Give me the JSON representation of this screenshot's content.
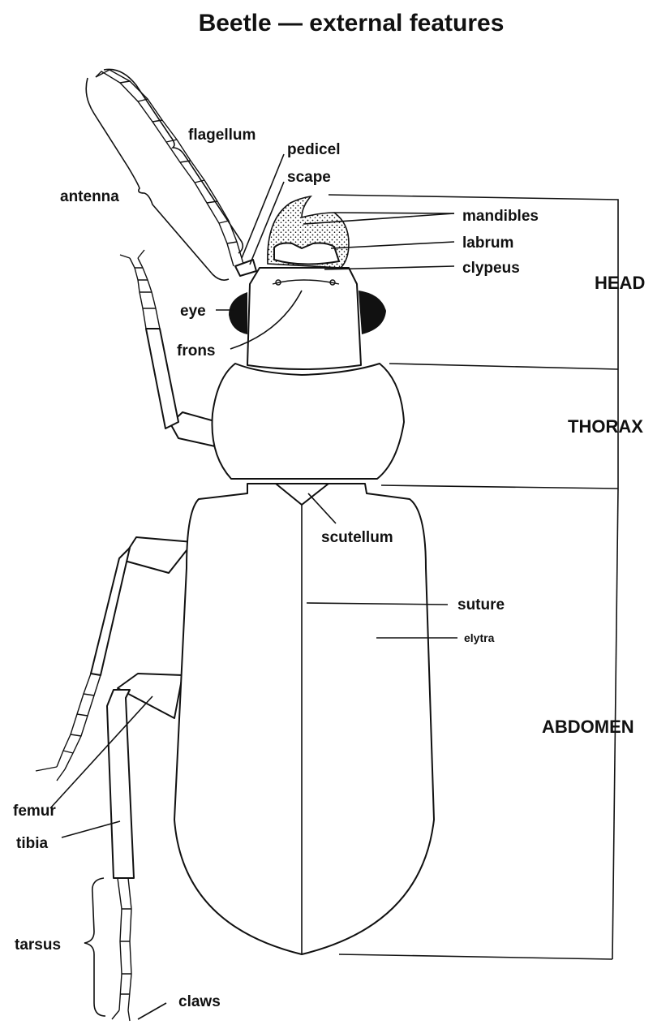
{
  "title": "Beetle — external features",
  "labels": {
    "flagellum": "flagellum",
    "pedicel": "pedicel",
    "scape": "scape",
    "antenna": "antenna",
    "mandibles": "mandibles",
    "labrum": "labrum",
    "clypeus": "clypeus",
    "eye": "eye",
    "frons": "frons",
    "scutellum": "scutellum",
    "suture": "suture",
    "elytra": "elytra",
    "femur": "femur",
    "tibia": "tibia",
    "tarsus": "tarsus",
    "claws": "claws"
  },
  "regions": {
    "head": "HEAD",
    "thorax": "THORAX",
    "abdomen": "ABDOMEN"
  },
  "colors": {
    "ink": "#111111",
    "background": "#ffffff"
  }
}
